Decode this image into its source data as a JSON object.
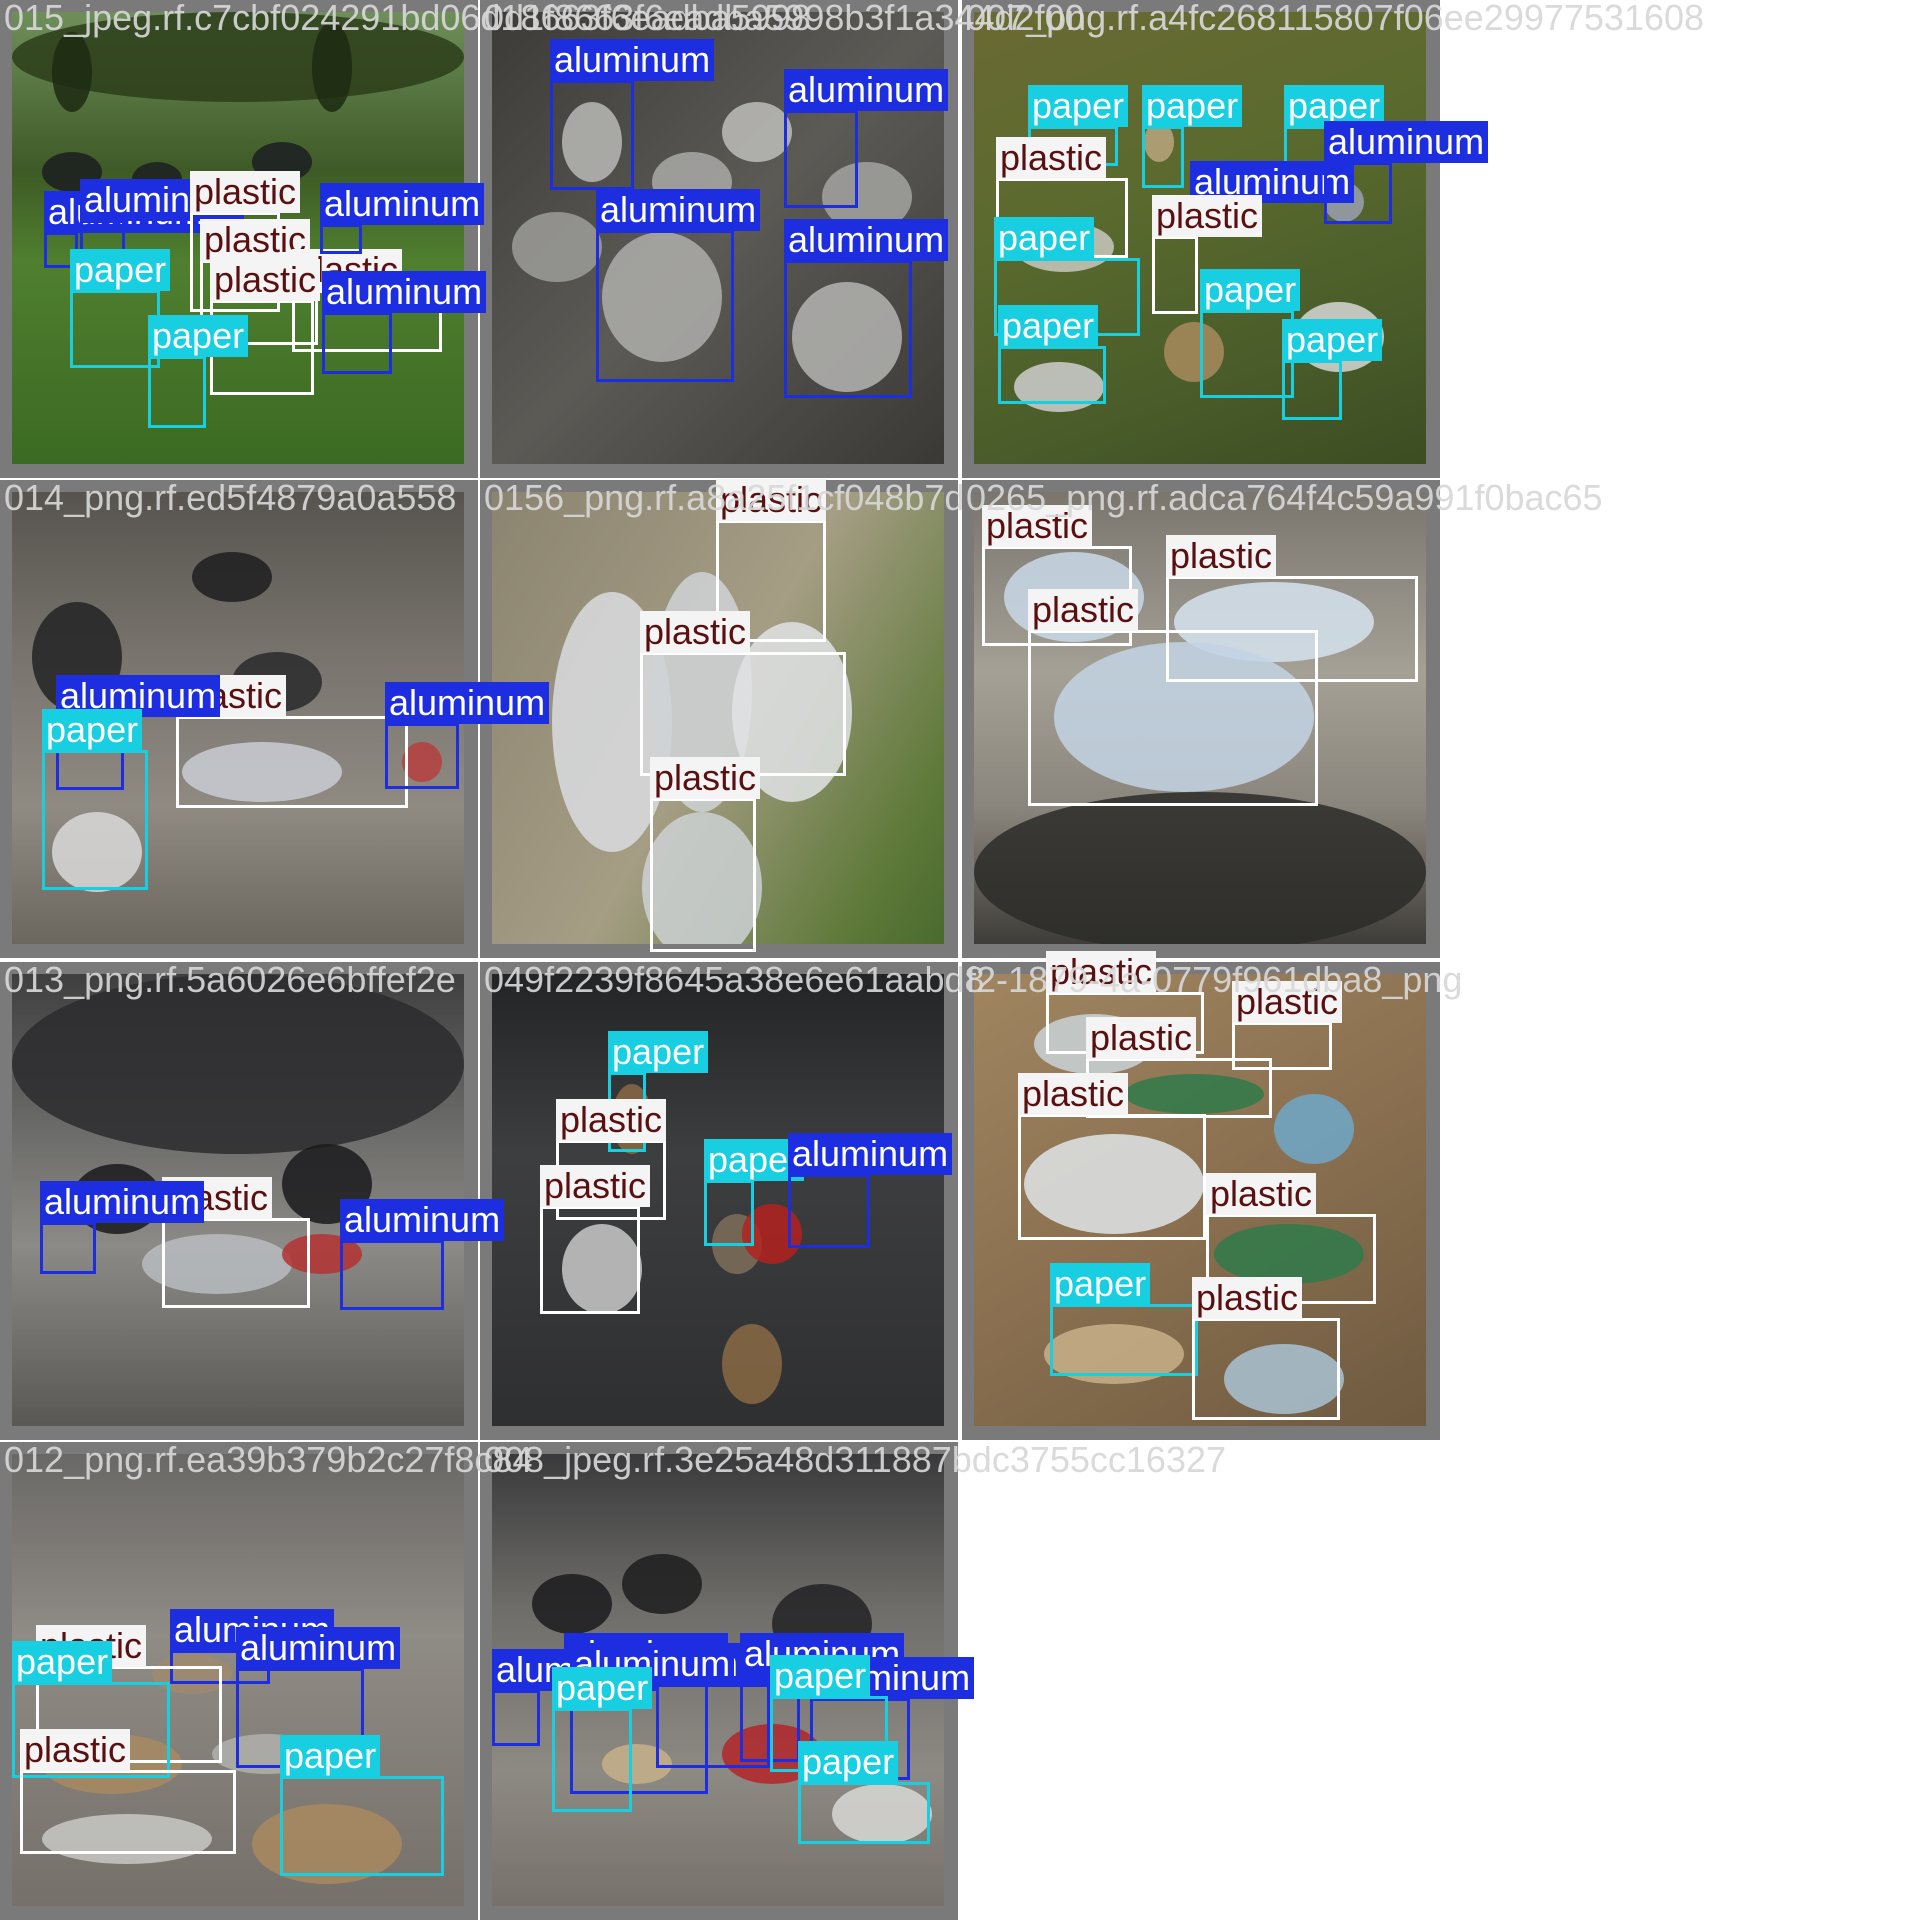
{
  "colors": {
    "aluminum": "#1c2ee0",
    "paper": "#17cfe0",
    "plastic": "#ffffff",
    "tile_border": "#7a7a7a",
    "title_text": "#d7d7d7"
  },
  "tiles": [
    {
      "title": "015_jpeg.rf.c7cbf024291bd06d18663f6eadba5998",
      "scene": "park",
      "detections": [
        {
          "label": "aluminum",
          "cls": "aluminum"
        },
        {
          "label": "aluminum",
          "cls": "aluminum"
        },
        {
          "label": "plastic",
          "cls": "plastic"
        },
        {
          "label": "plastic",
          "cls": "plastic"
        },
        {
          "label": "plastic",
          "cls": "plastic"
        },
        {
          "label": "plastic",
          "cls": "plastic"
        },
        {
          "label": "aluminum",
          "cls": "aluminum"
        },
        {
          "label": "aluminum",
          "cls": "aluminum"
        },
        {
          "label": "paper",
          "cls": "paper"
        },
        {
          "label": "paper",
          "cls": "paper"
        }
      ]
    },
    {
      "title": "0d1f8663f6eadba5998b3f1a344d2f00",
      "scene": "asphalt",
      "detections": [
        {
          "label": "aluminum",
          "cls": "aluminum"
        },
        {
          "label": "aluminum",
          "cls": "aluminum"
        },
        {
          "label": "aluminum",
          "cls": "aluminum"
        },
        {
          "label": "aluminum",
          "cls": "aluminum"
        }
      ]
    },
    {
      "title": "007_png.rf.a4fc268115807f06ee29977531608",
      "scene": "grass",
      "detections": [
        {
          "label": "paper",
          "cls": "paper"
        },
        {
          "label": "paper",
          "cls": "paper"
        },
        {
          "label": "paper",
          "cls": "paper"
        },
        {
          "label": "plastic",
          "cls": "plastic"
        },
        {
          "label": "aluminum",
          "cls": "aluminum"
        },
        {
          "label": "aluminum",
          "cls": "aluminum"
        },
        {
          "label": "paper",
          "cls": "paper"
        },
        {
          "label": "plastic",
          "cls": "plastic"
        },
        {
          "label": "paper",
          "cls": "paper"
        },
        {
          "label": "paper",
          "cls": "paper"
        },
        {
          "label": "paper",
          "cls": "paper"
        }
      ]
    },
    {
      "title": "014_png.rf.ed5f4879a0a558",
      "scene": "street",
      "detections": [
        {
          "label": "plastic",
          "cls": "plastic"
        },
        {
          "label": "aluminum",
          "cls": "aluminum"
        },
        {
          "label": "aluminum",
          "cls": "aluminum"
        },
        {
          "label": "paper",
          "cls": "paper"
        }
      ]
    },
    {
      "title": "0156_png.rf.a8a25f1cf048b7d",
      "scene": "bottles",
      "detections": [
        {
          "label": "plastic",
          "cls": "plastic"
        },
        {
          "label": "plastic",
          "cls": "plastic"
        },
        {
          "label": "plastic",
          "cls": "plastic"
        }
      ]
    },
    {
      "title": "0265_png.rf.adca764f4c59a991f0bac65",
      "scene": "concrete",
      "detections": [
        {
          "label": "plastic",
          "cls": "plastic"
        },
        {
          "label": "plastic",
          "cls": "plastic"
        },
        {
          "label": "plastic",
          "cls": "plastic"
        }
      ]
    },
    {
      "title": "013_png.rf.5a6026e6bffef2e",
      "scene": "city",
      "detections": [
        {
          "label": "plastic",
          "cls": "plastic"
        },
        {
          "label": "aluminum",
          "cls": "aluminum"
        },
        {
          "label": "aluminum",
          "cls": "aluminum"
        }
      ]
    },
    {
      "title": "049f2239f8645a38e6e61aabd8",
      "scene": "wet",
      "detections": [
        {
          "label": "paper",
          "cls": "paper"
        },
        {
          "label": "plastic",
          "cls": "plastic"
        },
        {
          "label": "plastic",
          "cls": "plastic"
        },
        {
          "label": "paper",
          "cls": "paper"
        },
        {
          "label": "aluminum",
          "cls": "aluminum"
        }
      ]
    },
    {
      "title": "f2-1879-4a-0779f961dba8_png",
      "scene": "dirt",
      "detections": [
        {
          "label": "plastic",
          "cls": "plastic"
        },
        {
          "label": "plastic",
          "cls": "plastic"
        },
        {
          "label": "plastic",
          "cls": "plastic"
        },
        {
          "label": "plastic",
          "cls": "plastic"
        },
        {
          "label": "plastic",
          "cls": "plastic"
        },
        {
          "label": "paper",
          "cls": "paper"
        },
        {
          "label": "plastic",
          "cls": "plastic"
        }
      ]
    },
    {
      "title": "012_png.rf.ea39b379b2c27f8c84",
      "scene": "sidewalk",
      "detections": [
        {
          "label": "aluminum",
          "cls": "aluminum"
        },
        {
          "label": "plastic",
          "cls": "plastic"
        },
        {
          "label": "paper",
          "cls": "paper"
        },
        {
          "label": "aluminum",
          "cls": "aluminum"
        },
        {
          "label": "plastic",
          "cls": "plastic"
        },
        {
          "label": "paper",
          "cls": "paper"
        }
      ]
    },
    {
      "title": "008_jpeg.rf.3e25a48d311887bdc3755cc16327",
      "scene": "plaza",
      "detections": [
        {
          "label": "aluminum",
          "cls": "aluminum"
        },
        {
          "label": "aluminum",
          "cls": "aluminum"
        },
        {
          "label": "aluminum",
          "cls": "aluminum"
        },
        {
          "label": "aluminum",
          "cls": "aluminum"
        },
        {
          "label": "paper",
          "cls": "paper"
        },
        {
          "label": "aluminum",
          "cls": "aluminum"
        },
        {
          "label": "aluminum",
          "cls": "aluminum"
        },
        {
          "label": "paper",
          "cls": "paper"
        },
        {
          "label": "paper",
          "cls": "paper"
        }
      ]
    }
  ]
}
